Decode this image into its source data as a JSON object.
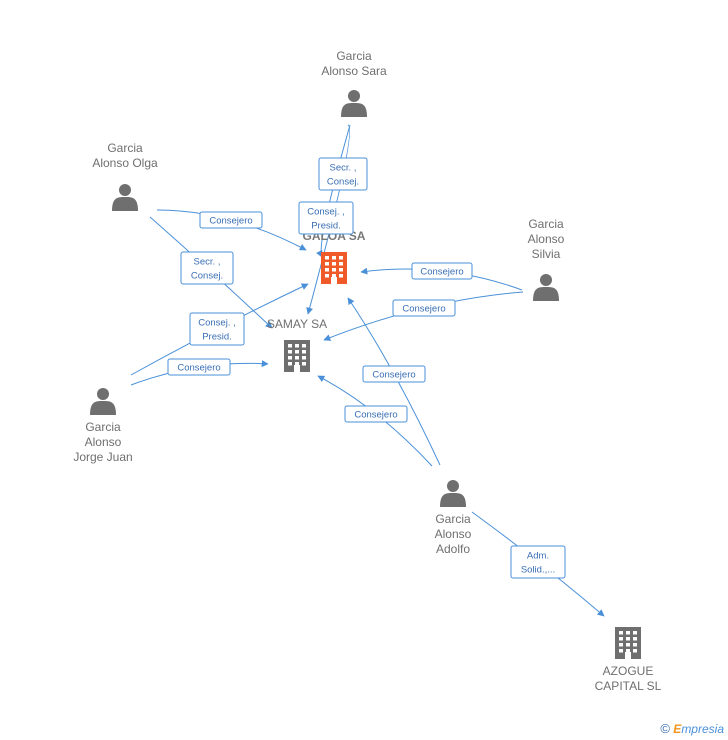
{
  "colors": {
    "person": "#6f6f6f",
    "company": "#6f6f6f",
    "highlight_company": "#f05a28",
    "edge": "#4a90d9"
  },
  "nodes": {
    "sara": {
      "type": "person",
      "lines": [
        "Garcia",
        "Alonso Sara"
      ]
    },
    "olga": {
      "type": "person",
      "lines": [
        "Garcia",
        "Alonso Olga"
      ]
    },
    "silvia": {
      "type": "person",
      "lines": [
        "Garcia",
        "Alonso",
        "Silvia"
      ]
    },
    "jorge": {
      "type": "person",
      "lines": [
        "Garcia",
        "Alonso",
        "Jorge Juan"
      ]
    },
    "adolfo": {
      "type": "person",
      "lines": [
        "Garcia",
        "Alonso",
        "Adolfo"
      ]
    },
    "galoa": {
      "type": "company",
      "highlight": true,
      "lines": [
        "GALOA SA"
      ]
    },
    "samay": {
      "type": "company",
      "lines": [
        "SAMAY SA"
      ]
    },
    "azogue": {
      "type": "company",
      "lines": [
        "AZOGUE",
        "CAPITAL SL"
      ]
    }
  },
  "edges": [
    {
      "from": "sara",
      "to": "samay",
      "lines": [
        "Secr. ,",
        "Consej."
      ]
    },
    {
      "from": "sara",
      "to": "galoa",
      "lines": [
        "Consej. ,",
        "Presid."
      ]
    },
    {
      "from": "olga",
      "to": "galoa",
      "lines": [
        "Consejero"
      ]
    },
    {
      "from": "olga",
      "to": "samay",
      "lines": [
        "Secr. ,",
        "Consej."
      ]
    },
    {
      "from": "silvia",
      "to": "galoa",
      "lines": [
        "Consejero"
      ]
    },
    {
      "from": "silvia",
      "to": "samay",
      "lines": [
        "Consejero"
      ]
    },
    {
      "from": "jorge",
      "to": "galoa",
      "lines": [
        "Consej. ,",
        "Presid."
      ]
    },
    {
      "from": "jorge",
      "to": "samay",
      "lines": [
        "Consejero"
      ]
    },
    {
      "from": "adolfo",
      "to": "galoa",
      "lines": [
        "Consejero"
      ]
    },
    {
      "from": "adolfo",
      "to": "samay",
      "lines": [
        "Consejero"
      ]
    },
    {
      "from": "adolfo",
      "to": "azogue",
      "lines": [
        "Adm.",
        "Solid.,..."
      ]
    }
  ],
  "footer": {
    "copyright": "©",
    "brand_first": "E",
    "brand_rest": "mpresia"
  }
}
